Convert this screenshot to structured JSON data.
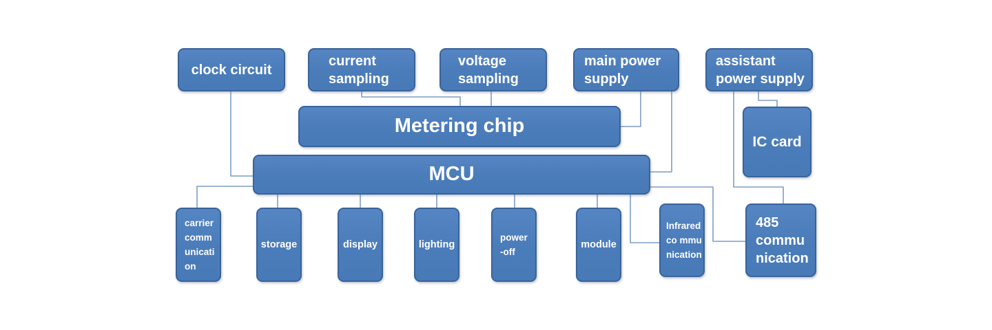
{
  "diagram": {
    "background": "#ffffff",
    "colors": {
      "node_fill_top": "#5585c3",
      "node_fill_bottom": "#487ab8",
      "node_border": "#39639a",
      "connector": "#7f9cc4",
      "label_text": "#ffffff"
    },
    "nodes": {
      "clock_circuit": {
        "label": "clock circuit"
      },
      "current_sampling": {
        "label": "current\nsampling"
      },
      "voltage_sampling": {
        "label": "voltage\nsampling"
      },
      "main_power_supply": {
        "label": "main power\nsupply"
      },
      "assistant_power_supply": {
        "label": "assistant\npower supply"
      },
      "metering_chip": {
        "label": "Metering chip"
      },
      "mcu": {
        "label": "MCU"
      },
      "ic_card": {
        "label": "IC card"
      },
      "carrier_communication": {
        "label": "carrier\ncomm\nunicati\non"
      },
      "storage": {
        "label": "storage"
      },
      "display": {
        "label": "display"
      },
      "lighting": {
        "label": "lighting"
      },
      "power_off": {
        "label": "power\n-off"
      },
      "module": {
        "label": "module"
      },
      "infrared_communication": {
        "label": "Infrared\nco mmu\nnication"
      },
      "communication_485": {
        "label": "485\ncommu\nnication"
      }
    },
    "edges": [
      {
        "from": "clock_circuit",
        "to": "mcu"
      },
      {
        "from": "current_sampling",
        "to": "metering_chip"
      },
      {
        "from": "voltage_sampling",
        "to": "metering_chip"
      },
      {
        "from": "main_power_supply",
        "to": "metering_chip"
      },
      {
        "from": "main_power_supply",
        "to": "mcu"
      },
      {
        "from": "assistant_power_supply",
        "to": "ic_card"
      },
      {
        "from": "assistant_power_supply",
        "to": "communication_485"
      },
      {
        "from": "mcu",
        "to": "carrier_communication"
      },
      {
        "from": "mcu",
        "to": "storage"
      },
      {
        "from": "mcu",
        "to": "display"
      },
      {
        "from": "mcu",
        "to": "lighting"
      },
      {
        "from": "mcu",
        "to": "power_off"
      },
      {
        "from": "mcu",
        "to": "module"
      },
      {
        "from": "mcu",
        "to": "infrared_communication"
      },
      {
        "from": "mcu",
        "to": "communication_485"
      }
    ]
  }
}
